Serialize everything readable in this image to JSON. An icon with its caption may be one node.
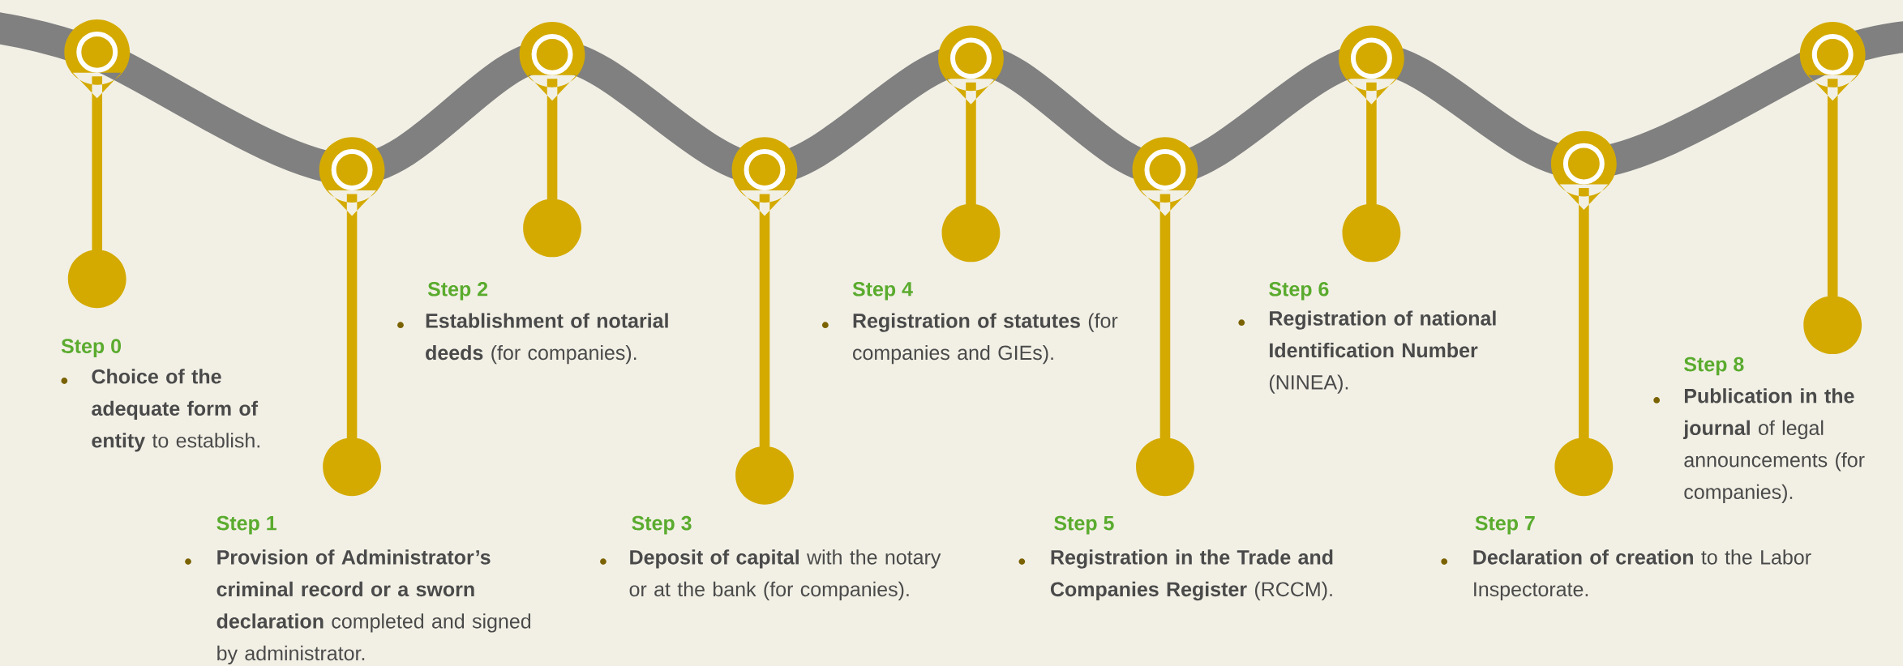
{
  "diagram": {
    "labels": [
      "Step 0",
      "**Choice of the adequate form of entity** to establish.",
      "Step 1",
      "**Provision of Administrator’s criminal record or a sworn declaration** completed and signed by administrator.",
      "Step 2",
      "**Establishment of notarial deeds** (for companies).",
      "Step 3",
      "**Deposit of capital** with the notary or at the bank (for companies).",
      "Step 4",
      "**Registration of statutes** (for companies and GIEs).",
      "Step 5",
      "**Registration in the Trade and Companies Register** (RCCM).",
      "Step 6",
      "**Registration of national Identification Number** (NINEA).",
      "Step 7",
      "**Declaration of creation** to the Labor Inspectorate.",
      "Step 8",
      "**Publication in the journal** of legal announcements (for companies)."
    ]
  }
}
